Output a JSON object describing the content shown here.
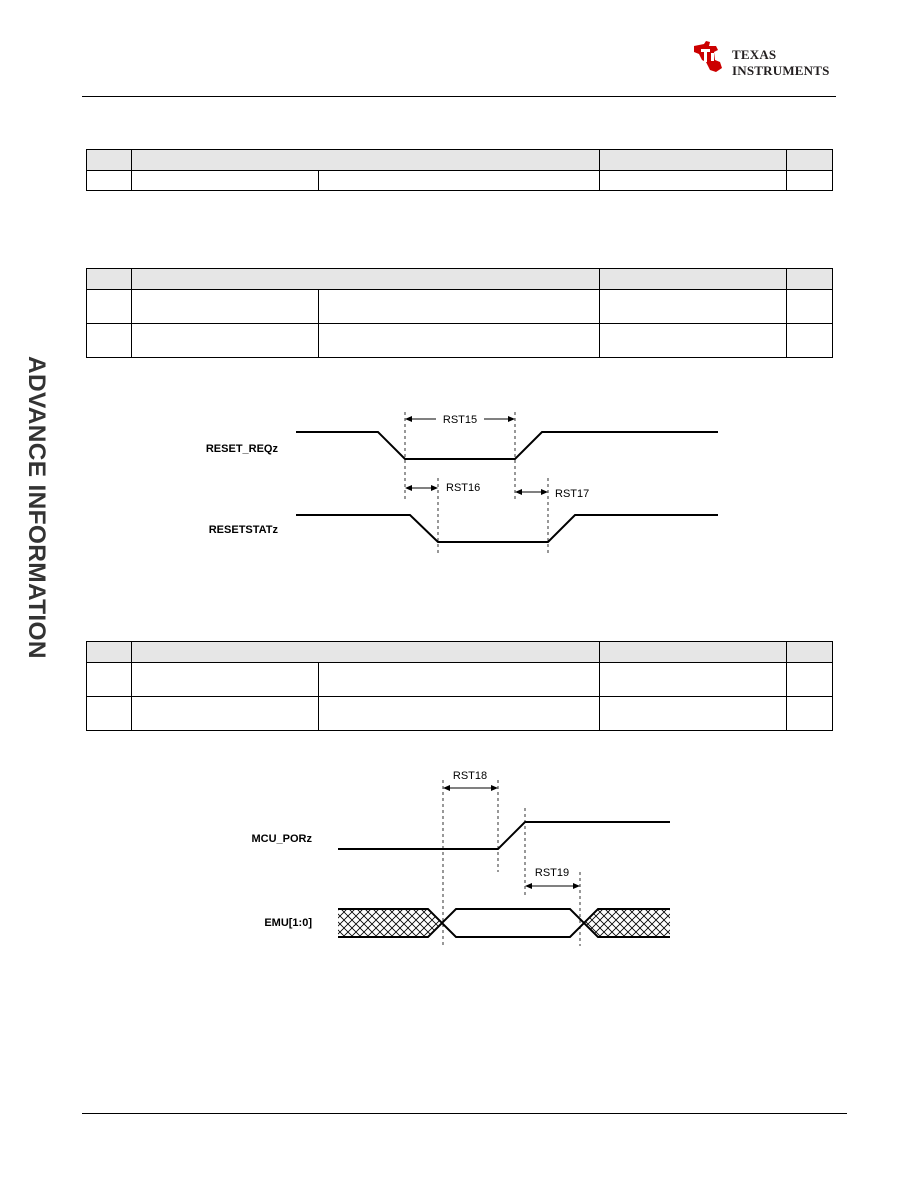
{
  "header": {
    "brand_line1": "Texas",
    "brand_line2": "Instruments"
  },
  "side_banner": "ADVANCE INFORMATION",
  "diagram1": {
    "signals": [
      "RESET_REQz",
      "RESETSTATz"
    ],
    "labels": [
      "RST15",
      "RST16",
      "RST17"
    ]
  },
  "diagram2": {
    "signals": [
      "MCU_PORz",
      "EMU[1:0]"
    ],
    "labels": [
      "RST18",
      "RST19"
    ]
  }
}
